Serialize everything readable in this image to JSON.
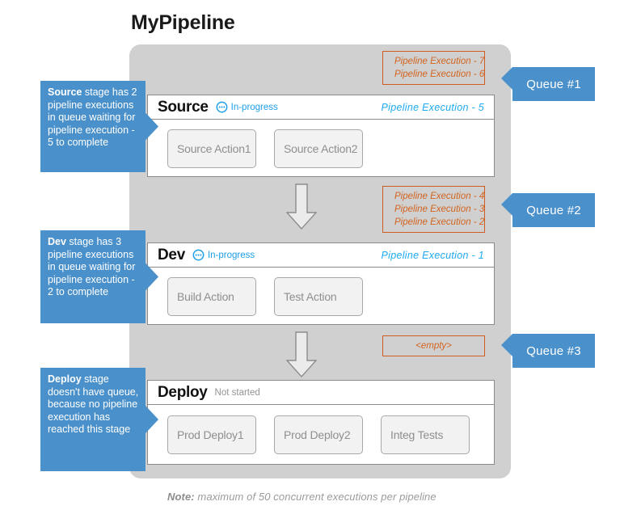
{
  "title": "MyPipeline",
  "stages": [
    {
      "name": "Source",
      "status": "In-progress",
      "status_type": "in-progress",
      "execution": "Pipeline Execution  - 5",
      "actions": [
        "Source Action1",
        "Source Action2"
      ]
    },
    {
      "name": "Dev",
      "status": "In-progress",
      "status_type": "in-progress",
      "execution": "Pipeline Execution  - 1",
      "actions": [
        "Build Action",
        "Test Action"
      ]
    },
    {
      "name": "Deploy",
      "status": "Not started",
      "status_type": "not-started",
      "execution": "",
      "actions": [
        "Prod Deploy1",
        "Prod Deploy2",
        "Integ Tests"
      ]
    }
  ],
  "queues": [
    {
      "label": "Queue #1",
      "items": [
        "Pipeline Execution - 7",
        "Pipeline Execution - 6"
      ]
    },
    {
      "label": "Queue #2",
      "items": [
        "Pipeline Execution - 4",
        "Pipeline Execution - 3",
        "Pipeline Execution - 2"
      ]
    },
    {
      "label": "Queue #3",
      "items": [
        "<empty>"
      ]
    }
  ],
  "notes": [
    {
      "emphasis": "Source",
      "text": " stage has 2 pipeline executions in queue waiting for pipeline execution  - 5 to complete"
    },
    {
      "emphasis": "Dev",
      "text": " stage has 3 pipeline executions in queue waiting for pipeline execution  - 2 to complete"
    },
    {
      "emphasis": "Deploy",
      "text": " stage doesn't have queue, because no pipeline execution has reached this stage"
    }
  ],
  "footer": {
    "emphasis": "Note:",
    "text": " maximum of 50 concurrent executions  per pipeline"
  },
  "colors": {
    "callout_blue": "#4a90ca",
    "queue_orange": "#cf5c21",
    "exec_text_orange": "#d2641f",
    "exec_text_blue": "#1eaaf0",
    "container_gray": "#d0d0d0",
    "action_gray": "#8f8f8f"
  },
  "icons": {
    "in_progress": "in-progress-icon",
    "flow_arrow": "down-arrow-icon"
  }
}
